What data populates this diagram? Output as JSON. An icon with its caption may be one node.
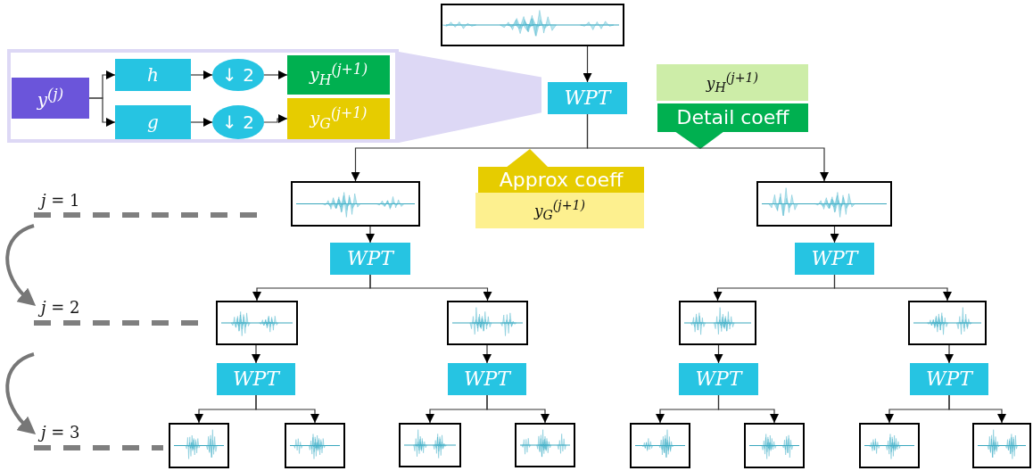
{
  "diagram": {
    "nodes": [
      {
        "text": [],
        "shape": "picture"
      },
      {
        "text": [
          "WPT"
        ]
      },
      {
        "text": [],
        "shape": "picture"
      },
      {
        "text": [],
        "shape": "picture"
      },
      {
        "text": [
          "WPT"
        ]
      },
      {
        "text": [
          "WPT"
        ]
      },
      {
        "text": [],
        "shape": "picture"
      },
      {
        "text": [],
        "shape": "picture"
      },
      {
        "text": [],
        "shape": "picture"
      },
      {
        "text": [],
        "shape": "picture"
      },
      {
        "text": [
          "WPT"
        ]
      },
      {
        "text": [
          "WPT"
        ]
      },
      {
        "text": [
          "WPT"
        ]
      },
      {
        "text": [
          "WPT"
        ]
      },
      {
        "text": [],
        "shape": "picture"
      },
      {
        "text": [],
        "shape": "picture"
      },
      {
        "text": [],
        "shape": "picture"
      },
      {
        "text": [],
        "shape": "picture"
      },
      {
        "text": [],
        "shape": "picture"
      },
      {
        "text": [],
        "shape": "picture"
      },
      {
        "text": [],
        "shape": "picture"
      },
      {
        "text": [],
        "shape": "picture"
      },
      {
        "text": [],
        "shape": "box"
      },
      {
        "text": [
          "y$^{(j)}$"
        ],
        "in": 22
      },
      {
        "text": [
          "h"
        ],
        "in": 22
      },
      {
        "text": [
          "g"
        ],
        "in": 22
      },
      {
        "text": [
          "↓ 2"
        ],
        "in": 22
      },
      {
        "text": [
          "↓ 2"
        ],
        "in": 22
      },
      {
        "text": [
          "y$_{H}$$^{(j+1)}$"
        ],
        "in": 22
      },
      {
        "text": [
          "y$_{G}$$^{(j+1)}$"
        ],
        "in": 22
      },
      {
        "text": [
          "y$_{H}$$^{(j+1)}$"
        ]
      },
      {
        "text": [
          "Detail coeff"
        ]
      },
      {
        "text": [
          "Approx coeff"
        ]
      },
      {
        "text": [
          "y$_{G}$$^{(j+1)}$"
        ]
      },
      {
        "text": [],
        "shape": "trapezoid"
      }
    ],
    "edges": [
      {
        "from": 0,
        "to": 1,
        "arrow": "to"
      },
      {
        "from": 1,
        "to": 2,
        "arrow": "to"
      },
      {
        "from": 1,
        "to": 3,
        "arrow": "to"
      },
      {
        "from": 2,
        "to": 4,
        "arrow": "to"
      },
      {
        "from": 3,
        "to": 5,
        "arrow": "to"
      },
      {
        "from": 4,
        "to": 6,
        "arrow": "to"
      },
      {
        "from": 4,
        "to": 7,
        "arrow": "to"
      },
      {
        "from": 5,
        "to": 8,
        "arrow": "to"
      },
      {
        "from": 5,
        "to": 9,
        "arrow": "to"
      },
      {
        "from": 6,
        "to": 10,
        "arrow": "to"
      },
      {
        "from": 7,
        "to": 11,
        "arrow": "to"
      },
      {
        "from": 8,
        "to": 12,
        "arrow": "to"
      },
      {
        "from": 9,
        "to": 13,
        "arrow": "to"
      },
      {
        "from": 10,
        "to": 14,
        "arrow": "to"
      },
      {
        "from": 10,
        "to": 15,
        "arrow": "to"
      },
      {
        "from": 11,
        "to": 16,
        "arrow": "to"
      },
      {
        "from": 11,
        "to": 17,
        "arrow": "to"
      },
      {
        "from": 12,
        "to": 18,
        "arrow": "to"
      },
      {
        "from": 12,
        "to": 19,
        "arrow": "to"
      },
      {
        "from": 13,
        "to": 20,
        "arrow": "to"
      },
      {
        "from": 13,
        "to": 21,
        "arrow": "to"
      },
      {
        "from": 23,
        "to": 24,
        "arrow": "to"
      },
      {
        "from": 23,
        "to": 25,
        "arrow": "to"
      },
      {
        "from": 24,
        "to": 26,
        "arrow": "to"
      },
      {
        "from": 25,
        "to": 27,
        "arrow": "to"
      },
      {
        "from": 26,
        "to": 28,
        "arrow": "to"
      },
      {
        "from": 27,
        "to": 29,
        "arrow": "to"
      }
    ],
    "labels": [
      "*j* = 1",
      "*j* = 2",
      "*j* = 3"
    ]
  }
}
